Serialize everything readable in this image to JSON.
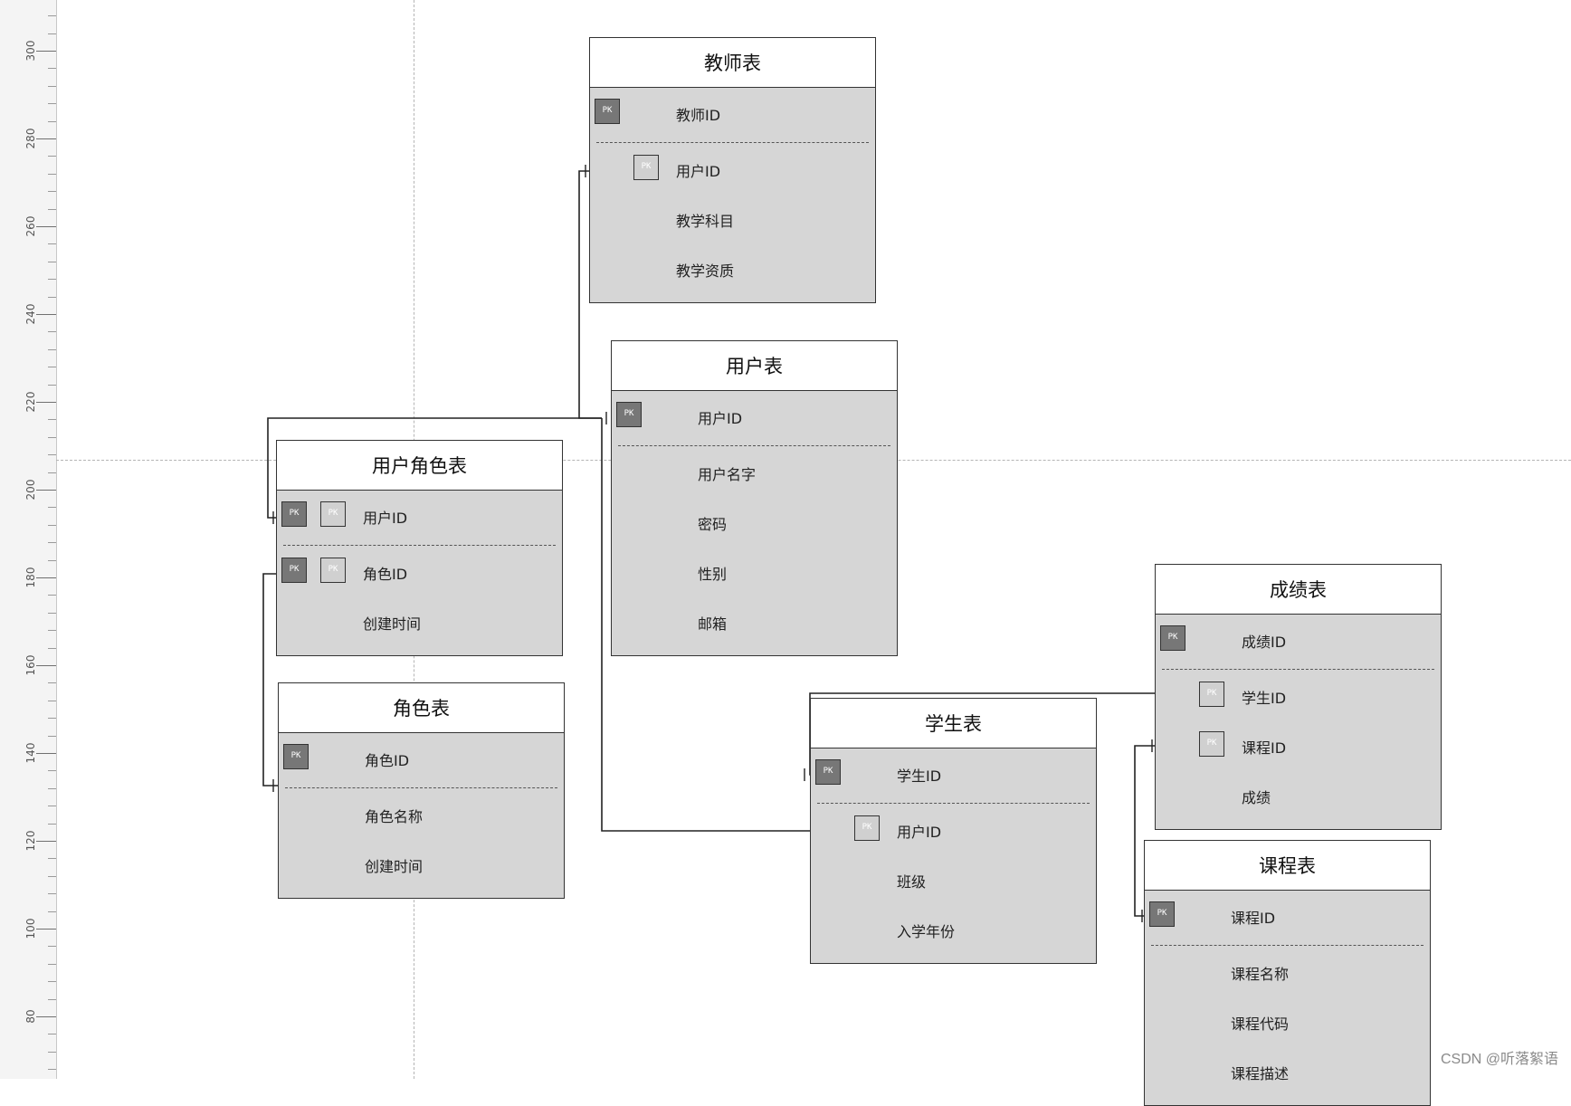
{
  "ruler": {
    "labels": [
      "300",
      "280",
      "260",
      "240",
      "220",
      "200",
      "180",
      "160",
      "140",
      "120",
      "100",
      "80"
    ]
  },
  "entities": {
    "teacher": {
      "title": "教师表",
      "rows": [
        {
          "name": "教师ID",
          "keys": [
            "PK"
          ]
        },
        {
          "name": "用户ID",
          "keys": [
            "FK"
          ]
        },
        {
          "name": "教学科目",
          "keys": []
        },
        {
          "name": "教学资质",
          "keys": []
        }
      ]
    },
    "user": {
      "title": "用户表",
      "rows": [
        {
          "name": "用户ID",
          "keys": [
            "PK"
          ]
        },
        {
          "name": "用户名字",
          "keys": []
        },
        {
          "name": "密码",
          "keys": []
        },
        {
          "name": "性别",
          "keys": []
        },
        {
          "name": "邮箱",
          "keys": []
        }
      ]
    },
    "user_role": {
      "title": "用户角色表",
      "rows": [
        {
          "name": "用户ID",
          "keys": [
            "PK",
            "FK"
          ]
        },
        {
          "name": "角色ID",
          "keys": [
            "PK",
            "FK"
          ]
        },
        {
          "name": "创建时间",
          "keys": []
        }
      ]
    },
    "role": {
      "title": "角色表",
      "rows": [
        {
          "name": "角色ID",
          "keys": [
            "PK"
          ]
        },
        {
          "name": "角色名称",
          "keys": []
        },
        {
          "name": "创建时间",
          "keys": []
        }
      ]
    },
    "student": {
      "title": "学生表",
      "rows": [
        {
          "name": "学生ID",
          "keys": [
            "PK"
          ]
        },
        {
          "name": "用户ID",
          "keys": [
            "FK"
          ]
        },
        {
          "name": "班级",
          "keys": []
        },
        {
          "name": "入学年份",
          "keys": []
        }
      ]
    },
    "score": {
      "title": "成绩表",
      "rows": [
        {
          "name": "成绩ID",
          "keys": [
            "PK"
          ]
        },
        {
          "name": "学生ID",
          "keys": [
            "FK"
          ]
        },
        {
          "name": "课程ID",
          "keys": [
            "FK"
          ]
        },
        {
          "name": "成绩",
          "keys": []
        }
      ]
    },
    "course": {
      "title": "课程表",
      "rows": [
        {
          "name": "课程ID",
          "keys": [
            "PK"
          ]
        },
        {
          "name": "课程名称",
          "keys": []
        },
        {
          "name": "课程代码",
          "keys": []
        },
        {
          "name": "课程描述",
          "keys": []
        }
      ]
    }
  },
  "key_badge_text": "PK",
  "watermark": "CSDN @听落絮语"
}
